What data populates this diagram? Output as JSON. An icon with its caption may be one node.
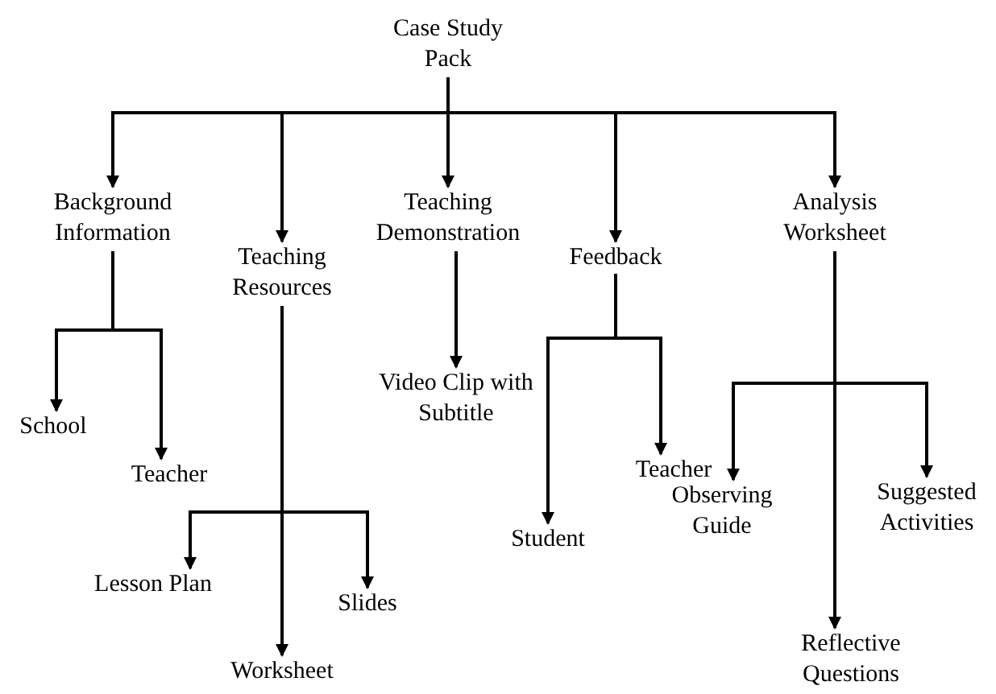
{
  "diagram": {
    "nodes": [
      {
        "text": [
          "Case Study Pack"
        ]
      },
      {
        "text": [
          "Background Information"
        ]
      },
      {
        "text": [
          "Teaching Resources"
        ]
      },
      {
        "text": [
          "Teaching Demonstration"
        ]
      },
      {
        "text": [
          "Feedback"
        ]
      },
      {
        "text": [
          "Analysis Worksheet"
        ]
      },
      {
        "text": [
          "School"
        ]
      },
      {
        "text": [
          "Teacher"
        ]
      },
      {
        "text": [
          "Video Clip with Subtitle"
        ]
      },
      {
        "text": [
          "Lesson Plan"
        ]
      },
      {
        "text": [
          "Slides"
        ]
      },
      {
        "text": [
          "Worksheet"
        ]
      },
      {
        "text": [
          "Student"
        ]
      },
      {
        "text": [
          "Teacher"
        ]
      },
      {
        "text": [
          "Observing Guide"
        ]
      },
      {
        "text": [
          "Suggested Activities"
        ]
      },
      {
        "text": [
          "Reflective Questions"
        ]
      }
    ],
    "edges": [
      {
        "from": 0,
        "to": 1,
        "arrow": "to"
      },
      {
        "from": 0,
        "to": 2,
        "arrow": "to"
      },
      {
        "from": 0,
        "to": 3,
        "arrow": "to"
      },
      {
        "from": 0,
        "to": 4,
        "arrow": "to"
      },
      {
        "from": 0,
        "to": 5,
        "arrow": "to"
      },
      {
        "from": 1,
        "to": 6,
        "arrow": "to"
      },
      {
        "from": 1,
        "to": 7,
        "arrow": "to"
      },
      {
        "from": 2,
        "to": 9,
        "arrow": "to"
      },
      {
        "from": 2,
        "to": 10,
        "arrow": "to"
      },
      {
        "from": 2,
        "to": 11,
        "arrow": "to"
      },
      {
        "from": 3,
        "to": 8,
        "arrow": "to"
      },
      {
        "from": 4,
        "to": 12,
        "arrow": "to"
      },
      {
        "from": 4,
        "to": 13,
        "arrow": "to"
      },
      {
        "from": 5,
        "to": 14,
        "arrow": "to"
      },
      {
        "from": 5,
        "to": 15,
        "arrow": "to"
      },
      {
        "from": 5,
        "to": 16,
        "arrow": "to"
      }
    ]
  }
}
